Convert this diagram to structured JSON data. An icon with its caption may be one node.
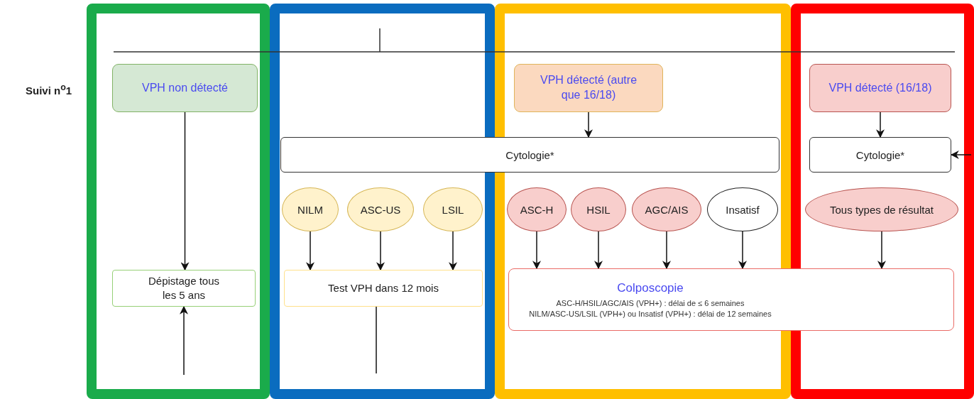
{
  "diagram": {
    "nodes": [
      {
        "text": [],
        "shape": "box"
      },
      {
        "text": [],
        "shape": "box"
      },
      {
        "text": [],
        "shape": "box"
      },
      {
        "text": [],
        "shape": "box"
      },
      {
        "text": [
          "VPH non détecté"
        ],
        "in": 0
      },
      {
        "text": [
          "VPH détecté (autre que 16/18)"
        ],
        "in": 2
      },
      {
        "text": [
          "VPH détecté (16/18)"
        ],
        "in": 3
      },
      {
        "text": [
          "Cytologie*"
        ]
      },
      {
        "text": [
          "Cytologie*"
        ],
        "in": 3
      },
      {
        "text": [
          "NILM"
        ],
        "in": 1
      },
      {
        "text": [
          "ASC-US"
        ],
        "in": 1
      },
      {
        "text": [
          "LSIL"
        ],
        "in": 1
      },
      {
        "text": [
          "ASC-H"
        ],
        "in": 2
      },
      {
        "text": [
          "HSIL"
        ],
        "in": 2
      },
      {
        "text": [
          "AGC/AIS"
        ],
        "in": 2
      },
      {
        "text": [
          "Insatisf"
        ],
        "in": 2
      },
      {
        "text": [
          "Tous types de résultat"
        ],
        "in": 3
      },
      {
        "text": [
          "Dépistage tous les 5 ans"
        ],
        "in": 0
      },
      {
        "text": [
          "Test VPH dans 12 mois"
        ],
        "in": 1
      },
      {
        "text": [
          "Colposcopie",
          "ASC-H/HSIL/AGC/AIS (VPH+) : délai de ≤ 6 semaines",
          "NILM/ASC-US/LSIL (VPH+) ou Insatisf (VPH+) : délai de 12 semaines"
        ]
      }
    ],
    "edges": [
      {
        "from": 4,
        "to": 17,
        "arrow": "to"
      },
      {
        "from": null,
        "to": 17,
        "arrow": "to"
      },
      {
        "from": 5,
        "to": 7,
        "arrow": "to"
      },
      {
        "from": 6,
        "to": 8,
        "arrow": "to"
      },
      {
        "from": null,
        "to": 8,
        "arrow": "to"
      },
      {
        "from": 9,
        "to": 18,
        "arrow": "to"
      },
      {
        "from": 10,
        "to": 18,
        "arrow": "to"
      },
      {
        "from": 11,
        "to": 18,
        "arrow": "to"
      },
      {
        "from": 12,
        "to": 19,
        "arrow": "to"
      },
      {
        "from": 13,
        "to": 19,
        "arrow": "to"
      },
      {
        "from": 14,
        "to": 19,
        "arrow": "to"
      },
      {
        "from": 15,
        "to": 19,
        "arrow": "to"
      },
      {
        "from": 16,
        "to": 19,
        "arrow": "to"
      },
      {
        "from": 18,
        "to": null,
        "arrow": "none"
      }
    ],
    "labels": [
      "Suivi n$^{o}$1"
    ]
  }
}
